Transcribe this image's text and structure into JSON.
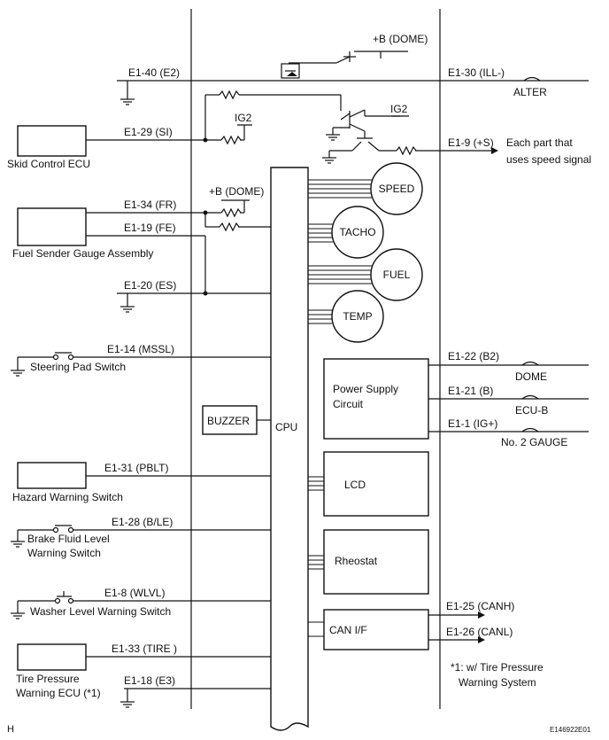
{
  "meter": {
    "cpu_label": "CPU",
    "buzzer_label": "BUZZER",
    "gauges": [
      "SPEED",
      "TACHO",
      "FUEL",
      "TEMP"
    ],
    "power_supply_label": [
      "Power Supply",
      "Circuit"
    ],
    "lcd_label": "LCD",
    "rheostat_label": "Rheostat",
    "can_label": "CAN I/F",
    "ig2_label": "IG2",
    "dome_supply_label": "+B (DOME)"
  },
  "left_terminals": [
    {
      "terminal": "E1-40 (E2)"
    },
    {
      "terminal": "E1-29 (SI)",
      "device": "Skid Control ECU"
    },
    {
      "terminal": "E1-34 (FR)"
    },
    {
      "terminal": "E1-19 (FE)",
      "device": "Fuel Sender Gauge Assembly"
    },
    {
      "terminal": "E1-20 (ES)"
    },
    {
      "terminal": "E1-14 (MSSL)",
      "device": "Steering Pad Switch"
    },
    {
      "terminal": "E1-31 (PBLT)",
      "device": "Hazard Warning Switch"
    },
    {
      "terminal": "E1-28 (B/LE)",
      "device": [
        "Brake Fluid Level",
        "Warning Switch"
      ]
    },
    {
      "terminal": "E1-8 (WLVL)",
      "device": "Washer Level Warning Switch"
    },
    {
      "terminal": "E1-33 (TIRE )",
      "device": [
        "Tire Pressure",
        "Warning ECU (*1)"
      ]
    },
    {
      "terminal": "E1-18 (E3)"
    }
  ],
  "right_terminals": [
    {
      "terminal": "E1-30 (ILL-)",
      "fuse": "ALTER"
    },
    {
      "terminal": "E1-9 (+S)",
      "destination": [
        "Each part that",
        "uses speed signal"
      ]
    },
    {
      "terminal": "E1-22 (B2)",
      "fuse": "DOME"
    },
    {
      "terminal": "E1-21 (B)",
      "fuse": "ECU-B"
    },
    {
      "terminal": "E1-1 (IG+)",
      "fuse": "No. 2 GAUGE"
    },
    {
      "terminal": "E1-25 (CANH)"
    },
    {
      "terminal": "E1-26 (CANL)"
    }
  ],
  "footnote": [
    "*1: w/ Tire Pressure",
    "Warning System"
  ],
  "corner_label": "H",
  "figure_id": "E146922E01"
}
